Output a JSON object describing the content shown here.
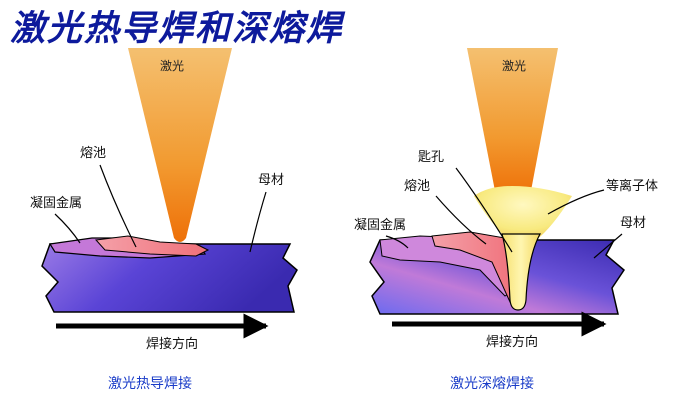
{
  "title": "激光热导焊和深熔焊",
  "left": {
    "laser": "激光",
    "molten_pool": "熔池",
    "solidified_metal": "凝固金属",
    "base_metal": "母材",
    "weld_direction": "焊接方向",
    "caption": "激光热导焊接"
  },
  "right": {
    "laser": "激光",
    "keyhole": "匙孔",
    "plasma": "等离子体",
    "molten_pool": "熔池",
    "solidified_metal": "凝固金属",
    "base_metal": "母材",
    "weld_direction": "焊接方向",
    "caption": "激光深熔焊接"
  },
  "colors": {
    "title": "#0d1a9c",
    "caption": "#1a3cc8",
    "base_metal": "#4a35c8",
    "solidified_metal": "#c070d8",
    "molten_pool": "#f08a90",
    "laser_top": "#f2b04a",
    "laser_bottom": "#f07a10",
    "plasma": "#f8ee90"
  }
}
